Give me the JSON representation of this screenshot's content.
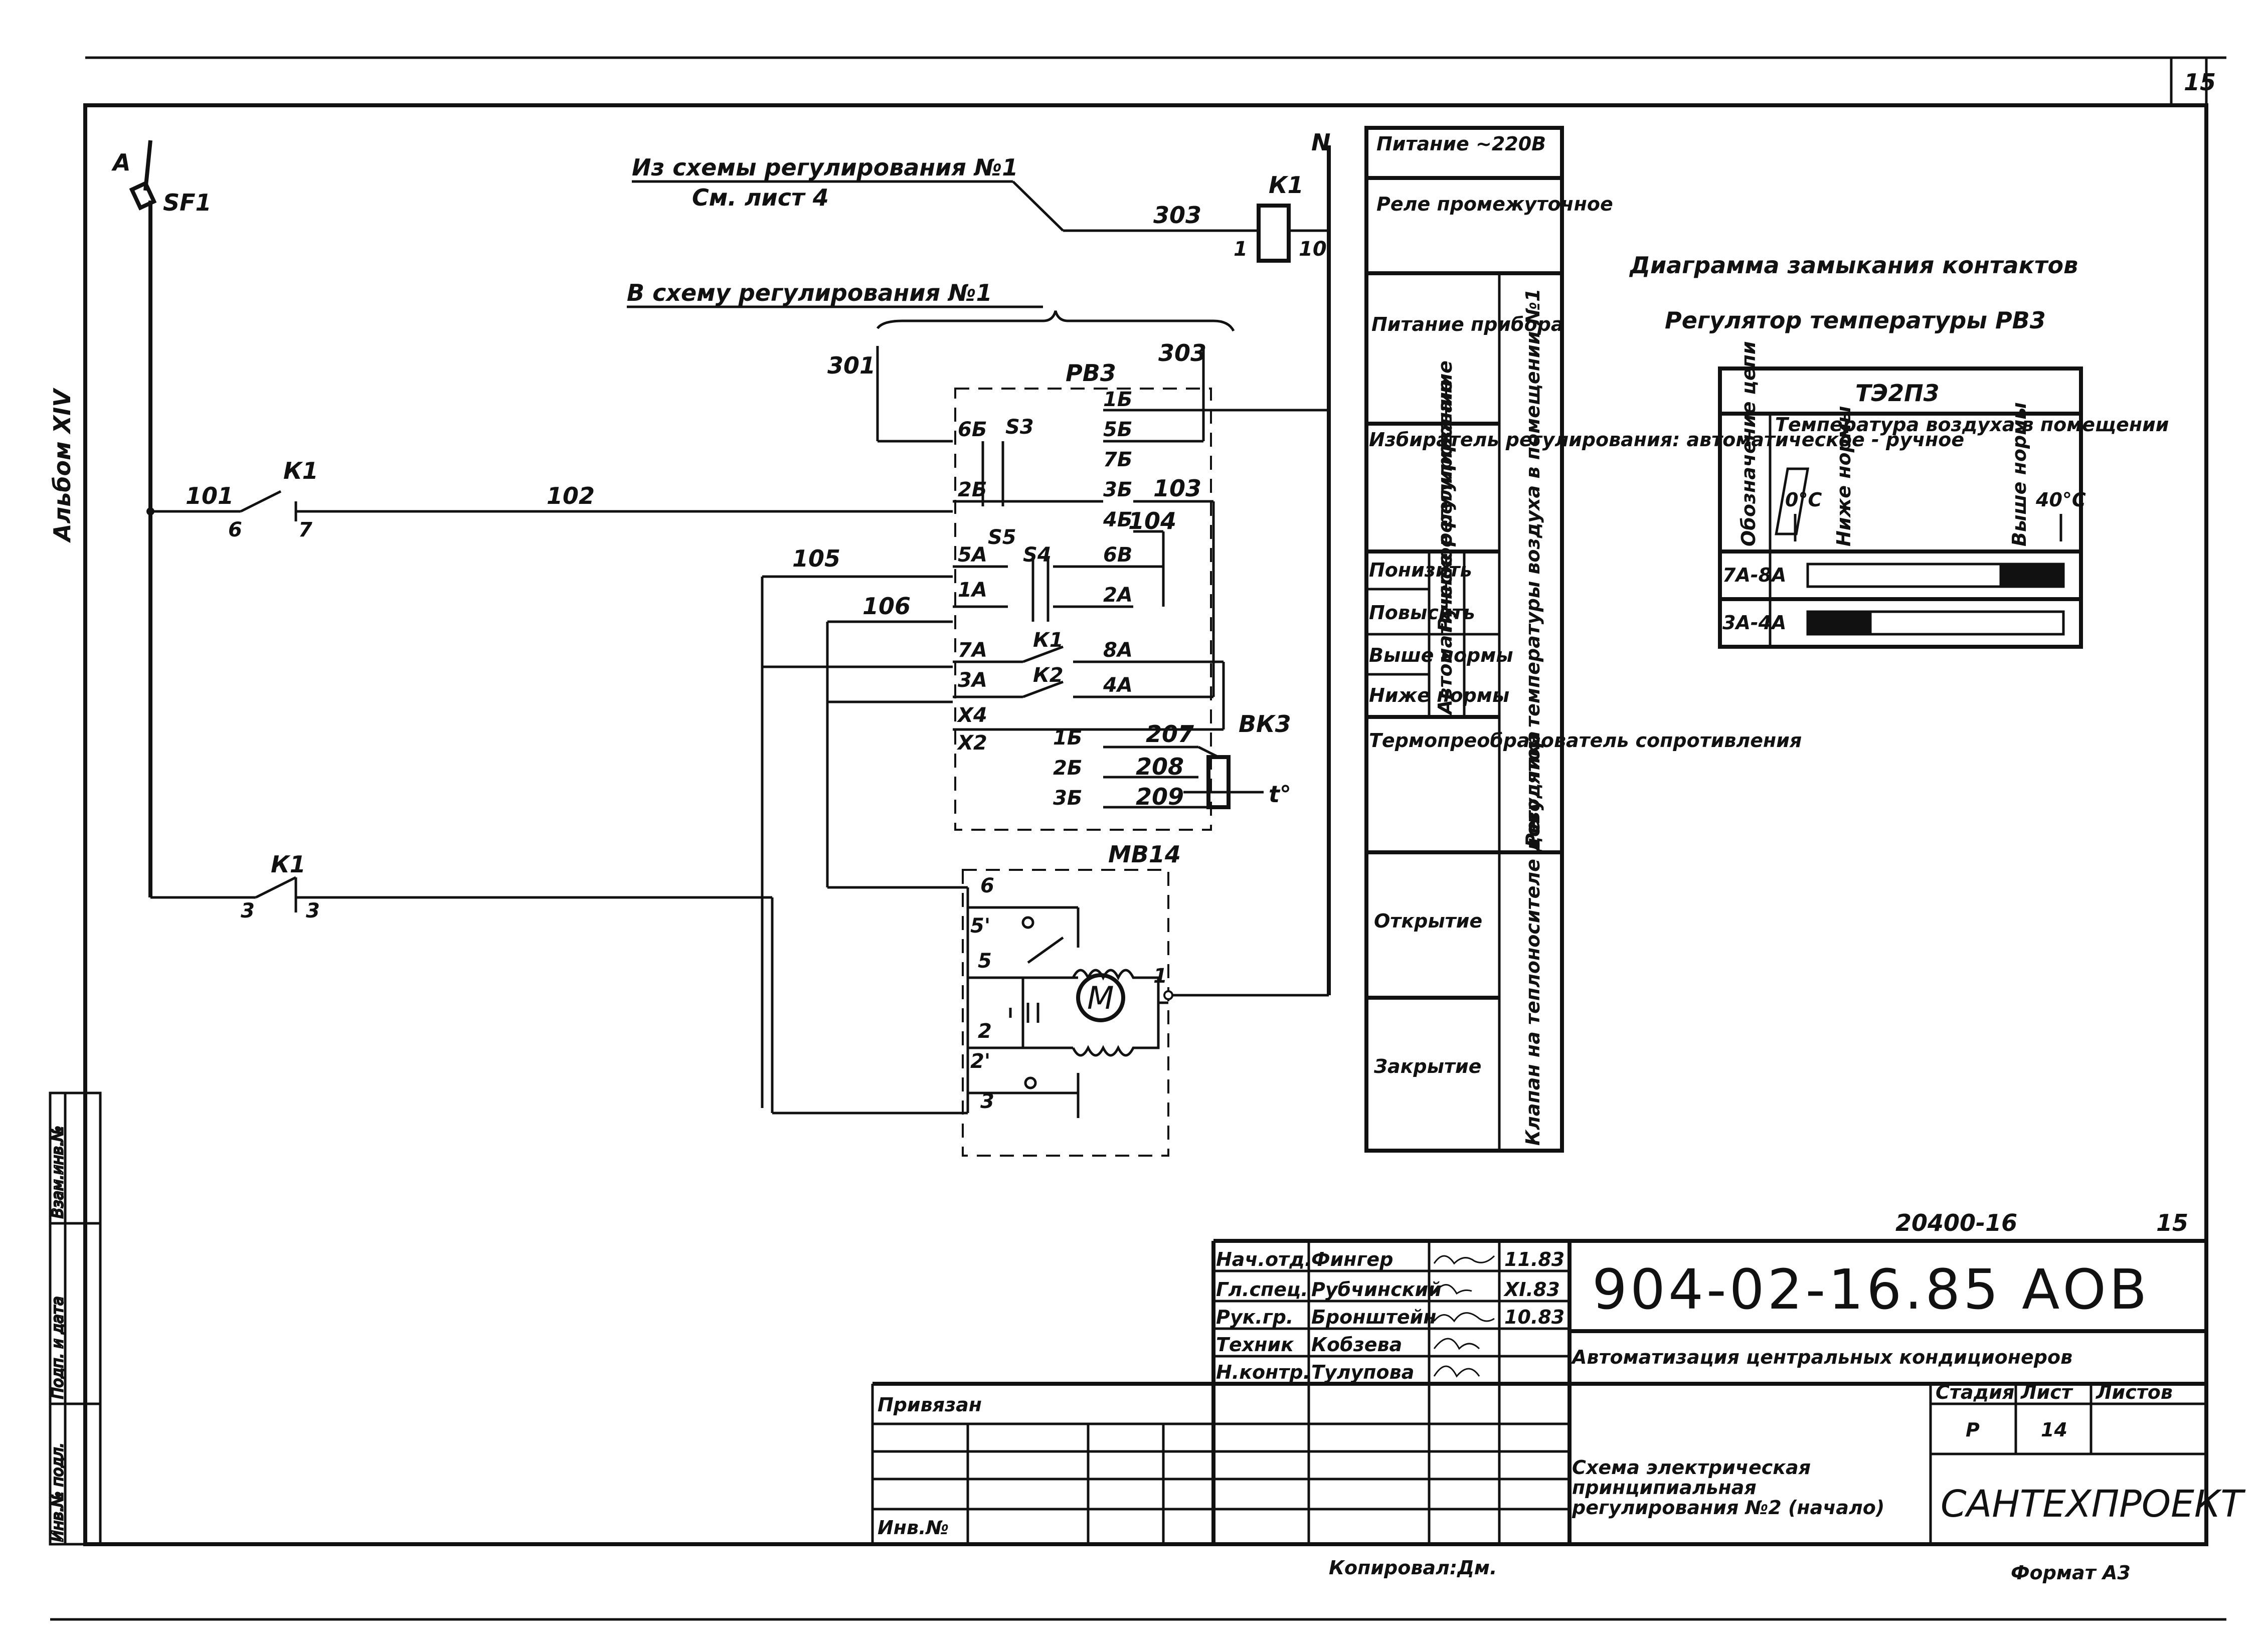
{
  "sheet": {
    "page_number": "15",
    "album": "Альбом XIV",
    "copied": "Копировал:Дм.",
    "format": "Формат А3",
    "inv": "Инв.№",
    "bound": "Привязан",
    "archive_no": "20400-16",
    "archive_page": "15",
    "left_stamp": [
      "Взам.инв.№",
      "Подп. и дата",
      "Инв.№ подл."
    ]
  },
  "schematic": {
    "phase_a": "А",
    "neutral_n": "N",
    "sf1": "SF1",
    "from_scheme": "Из схемы регулирования №1",
    "see_sheet": "См. лист 4",
    "to_scheme": "В схему регулирования №1",
    "k1_coil": "К1",
    "pin1": "1",
    "pin10": "10",
    "k1_contact": "К1",
    "rv3": "РВ3",
    "bk3": "ВК3",
    "mv14": "МВ14",
    "motor": "М",
    "t_sensor": "t°",
    "k1_in_block": "К1",
    "k2_in_block": "К2",
    "wires": [
      "303",
      "301",
      "303",
      "101",
      "102",
      "103",
      "104",
      "105",
      "106",
      "207",
      "208",
      "209"
    ],
    "contact_nums": [
      "6",
      "7",
      "3",
      "3"
    ],
    "terminals": [
      "1Б",
      "5Б",
      "6Б",
      "7Б",
      "2Б",
      "3Б",
      "4Б",
      "5А",
      "6В",
      "1А",
      "2А",
      "7А",
      "8А",
      "3А",
      "4А",
      "Х4",
      "Х2",
      "1Б",
      "2Б",
      "3Б"
    ],
    "switches": [
      "S3",
      "S5",
      "S4"
    ],
    "valve_terms": [
      "6",
      "5'",
      "5",
      "2",
      "2'",
      "3",
      "1"
    ]
  },
  "legend_column": [
    "Питание ~220В",
    "Реле промежуточное",
    "Питание прибора",
    "Избиратель регулирования: автоматическое - ручное",
    "Понизить",
    "Повысить",
    "Ручное регулирование",
    "Выше нормы",
    "Ниже нормы",
    "Автоматическое регулирование",
    "Термопреобразователь сопротивления",
    "Регулятор температуры воздуха в помещении №1",
    "Открытие",
    "Закрытие",
    "Клапан на теплоносителе доводчика"
  ],
  "contact_diagram": {
    "title": "Диаграмма замыкания контактов",
    "subtitle": "Регулятор температуры РВ3",
    "model": "ТЭ2П3",
    "col_header_left": "Обозначение цепи",
    "col_header_right": "Температура воздуха в помещении",
    "zero": "0°С",
    "below": "Ниже нормы",
    "above": "Выше нормы",
    "forty": "40°С",
    "rows": [
      {
        "circuit": "7А-8А",
        "closed_from": 0.75,
        "closed_to": 1.0
      },
      {
        "circuit": "3А-4А",
        "closed_from": 0.0,
        "closed_to": 0.25
      }
    ]
  },
  "title_block": {
    "designation": "904-02-16.85 АОВ",
    "project": "Автоматизация центральных кондиционеров",
    "drawing": "Схема электрическая принципиальная регулирования №2 (начало)",
    "stage_h": "Стадия",
    "sheet_h": "Лист",
    "sheets_h": "Листов",
    "stage": "Р",
    "sheet": "14",
    "sheets": "",
    "org": "САНТЕХПРОЕКТ",
    "people": [
      {
        "role": "Нач.отд.",
        "name": "Фингер",
        "date": "11.83"
      },
      {
        "role": "Гл.спец.",
        "name": "Рубчинский",
        "date": "XI.83"
      },
      {
        "role": "Рук.гр.",
        "name": "Бронштейн",
        "date": "10.83"
      },
      {
        "role": "Техник",
        "name": "Кобзева",
        "date": ""
      },
      {
        "role": "Н.контр.",
        "name": "Тулупова",
        "date": ""
      }
    ]
  }
}
